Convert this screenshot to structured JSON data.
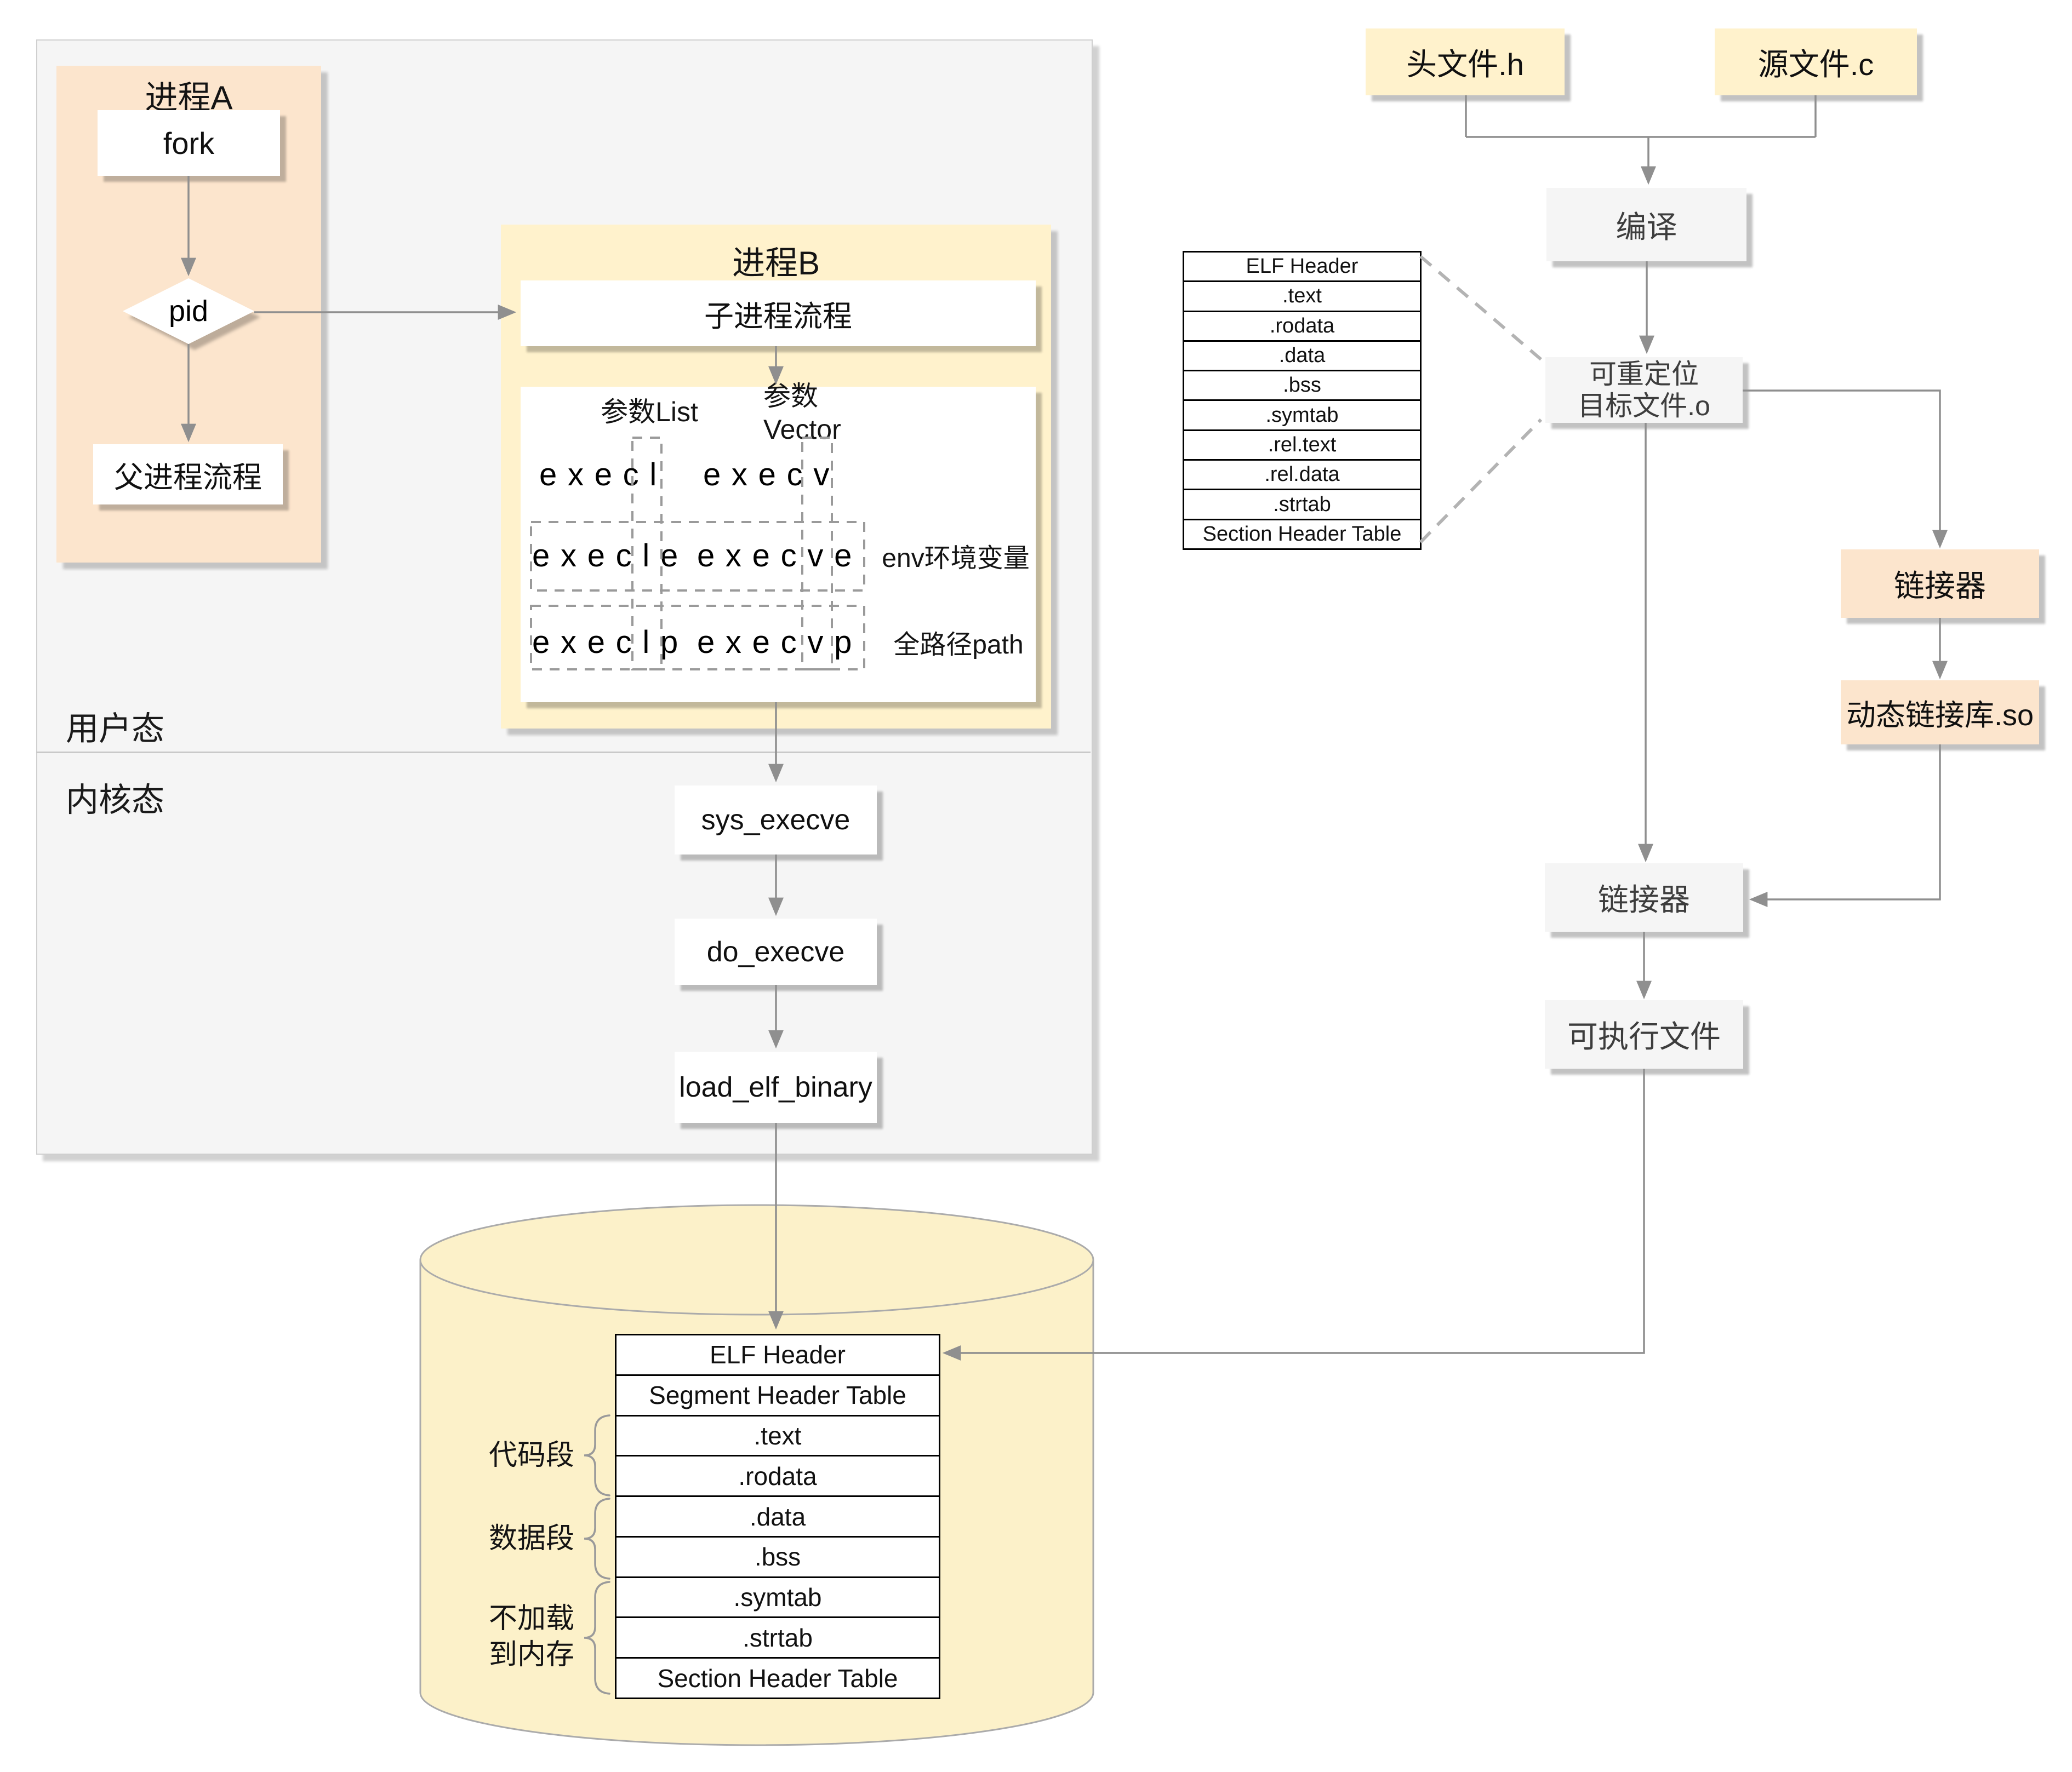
{
  "colors": {
    "peach": "#fce5cd",
    "yellow": "#fff2cc",
    "panel_gray": "#f5f5f5",
    "cylinder_yellow": "#fcf1c9",
    "line_gray": "#8f8f8f",
    "table_border": "#000000"
  },
  "left_panel": {
    "user_mode": "用户态",
    "kernel_mode": "内核态"
  },
  "process_a": {
    "title": "进程A",
    "fork": "fork",
    "pid": "pid",
    "parent_flow": "父进程流程"
  },
  "process_b": {
    "title": "进程B",
    "child_flow": "子进程流程",
    "param_list": "参数List",
    "param_vector": "参数Vector",
    "execs": {
      "r1_left": "execl",
      "r1_right": "execv",
      "r2_left": "execle",
      "r2_right": "execve",
      "r3_left": "execlp",
      "r3_right": "execvp"
    },
    "notes": {
      "env": "env环境变量",
      "path": "全路径path"
    }
  },
  "kernel_flow": {
    "step1": "sys_execve",
    "step2": "do_execve",
    "step3": "load_elf_binary"
  },
  "compile_flow": {
    "header_file": "头文件.h",
    "source_file": "源文件.c",
    "compile": "编译",
    "relocatable_line1": "可重定位",
    "relocatable_line2": "目标文件.o",
    "linker_right": "链接器",
    "dynamic_lib": "动态链接库.so",
    "linker_main": "链接器",
    "executable": "可执行文件"
  },
  "object_elf_table": {
    "rows": [
      "ELF Header",
      ".text",
      ".rodata",
      ".data",
      ".bss",
      ".symtab",
      ".rel.text",
      ".rel.data",
      ".strtab",
      "Section Header Table"
    ]
  },
  "disk_elf_table": {
    "rows": [
      "ELF Header",
      "Segment Header Table",
      ".text",
      ".rodata",
      ".data",
      ".bss",
      ".symtab",
      ".strtab",
      "Section Header Table"
    ],
    "code_segment": "代码段",
    "data_segment": "数据段",
    "not_loaded_line1": "不加载",
    "not_loaded_line2": "到内存"
  }
}
